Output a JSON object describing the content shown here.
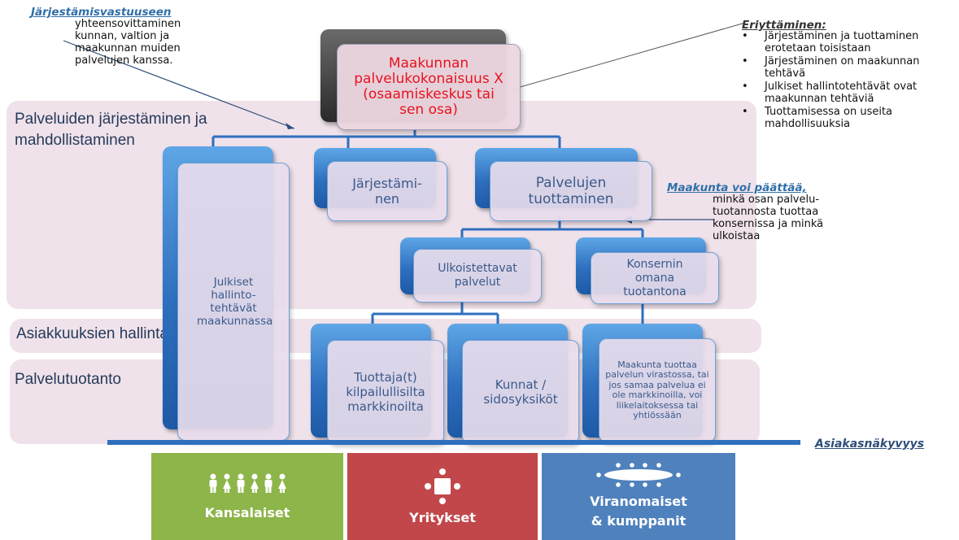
{
  "top_note": {
    "title": "Järjestämisvastuuseen",
    "text": "yhteensovittaminen kunnan, valtion ja maakunnan muiden palvelujen kanssa."
  },
  "root_box": {
    "label": "Maakunnan palvelukokonaisuus X (osaamiskeskus tai sen osa)",
    "color": "#e8121f"
  },
  "erittaminen": {
    "title": "Eriyttäminen:",
    "items": [
      "Järjestäminen ja tuottaminen erotetaan toisistaan",
      "Järjestäminen on maakunnan tehtävä",
      "Julkiset hallintotehtävät ovat maakunnan tehtäviä",
      "Tuottamisessa on useita mahdollisuuksia"
    ]
  },
  "bands": {
    "jarjestaminen": "Palveluiden järjestäminen ja mahdollistaminen",
    "asiakkuus": "Asiakkuuksien hallinta",
    "palvelutuotanto": "Palvelutuotanto"
  },
  "boxes": {
    "julkiset": "Julkiset hallinto-tehtävät maakunnassa",
    "jarjestaminen": "Järjestämi-nen",
    "tuottaminen": "Palvelujen tuottaminen",
    "ulkoistettavat": "Ulkoistettavat palvelut",
    "konsernin": "Konsernin omana tuotantona",
    "tuottajat": "Tuottaja(t) kilpailullisilta markkinoilta",
    "kunnat": "Kunnat / sidosyksiköt",
    "maakunta_tuottaa": "Maakunta tuottaa palvelun virastossa, tai jos samaa palvelua ei ole markkinoilla, voi liikelaitoksessa tai yhtiössään"
  },
  "maakunta_note": {
    "title": "Maakunta voi päättää,",
    "text": "minkä osan palvelu-tuotannosta tuottaa konsernissa ja minkä ulkoistaa"
  },
  "visibility_label": "Asiakasnäkyvyys",
  "tiles": [
    {
      "label": "Kansalaiset",
      "icon": "people-icon",
      "color": "#8db54a"
    },
    {
      "label": "Yritykset",
      "icon": "meeting-table-icon",
      "color": "#c2474a"
    },
    {
      "label": "Viranomaiset & kumppanit",
      "icon": "conference-table-icon",
      "color": "#4f81bd"
    }
  ]
}
